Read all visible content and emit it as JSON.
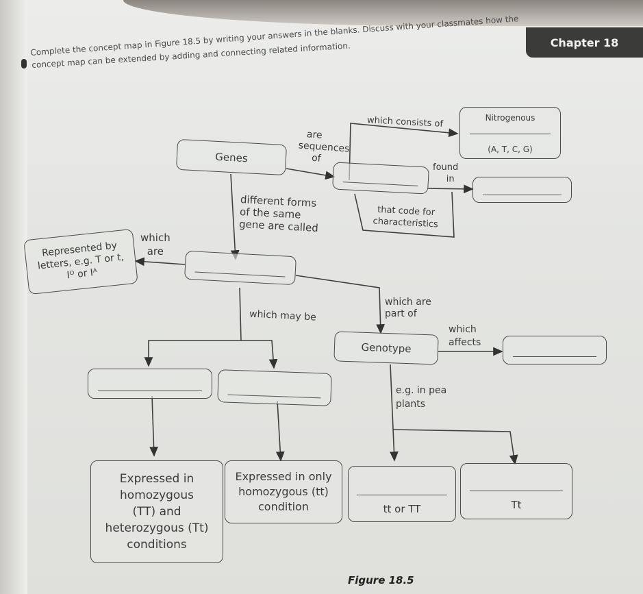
{
  "header": {
    "chapter_label": "Chapter 18",
    "instruction_line1": "Complete the concept map in Figure 18.5 by writing your answers in the blanks. Discuss with your classmates how the",
    "instruction_line2": "concept map can be extended by adding and connecting related information."
  },
  "concept_map": {
    "nodes": {
      "genes": "Genes",
      "blank_dna": "",
      "nitrogenous_top": "Nitrogenous",
      "nitrogenous_bottom": "(A, T, C, G)",
      "blank_found_in": "",
      "blank_alleles": "",
      "represented_line1": "Represented by",
      "represented_line2": "letters, e.g. T or t,",
      "represented_line3": "Iᴼ or Iᴬ",
      "genotype": "Genotype",
      "blank_phenotype": "",
      "blank_dominant": "",
      "blank_recessive": "",
      "dominant_desc": [
        "Expressed in",
        "homozygous",
        "(TT) and",
        "heterozygous (Tt)",
        "conditions"
      ],
      "recessive_desc": [
        "Expressed in only",
        "homozygous (tt)",
        "condition"
      ],
      "homozygous_example": "tt or TT",
      "heterozygous_example": "Tt"
    },
    "links": {
      "are_sequences_of": [
        "are",
        "sequences",
        "of"
      ],
      "which_consists_of": "which consists of",
      "found_in": [
        "found",
        "in"
      ],
      "that_code_for": [
        "that code for",
        "characteristics"
      ],
      "different_forms": [
        "different forms",
        "of the same",
        "gene are called"
      ],
      "which_are": [
        "which",
        "are"
      ],
      "which_may_be": "which may be",
      "which_are_part_of": [
        "which are",
        "part of"
      ],
      "which_affects": [
        "which",
        "affects"
      ],
      "eg_pea_plants": [
        "e.g. in pea",
        "plants"
      ]
    }
  },
  "figure_caption": "Figure 18.5"
}
